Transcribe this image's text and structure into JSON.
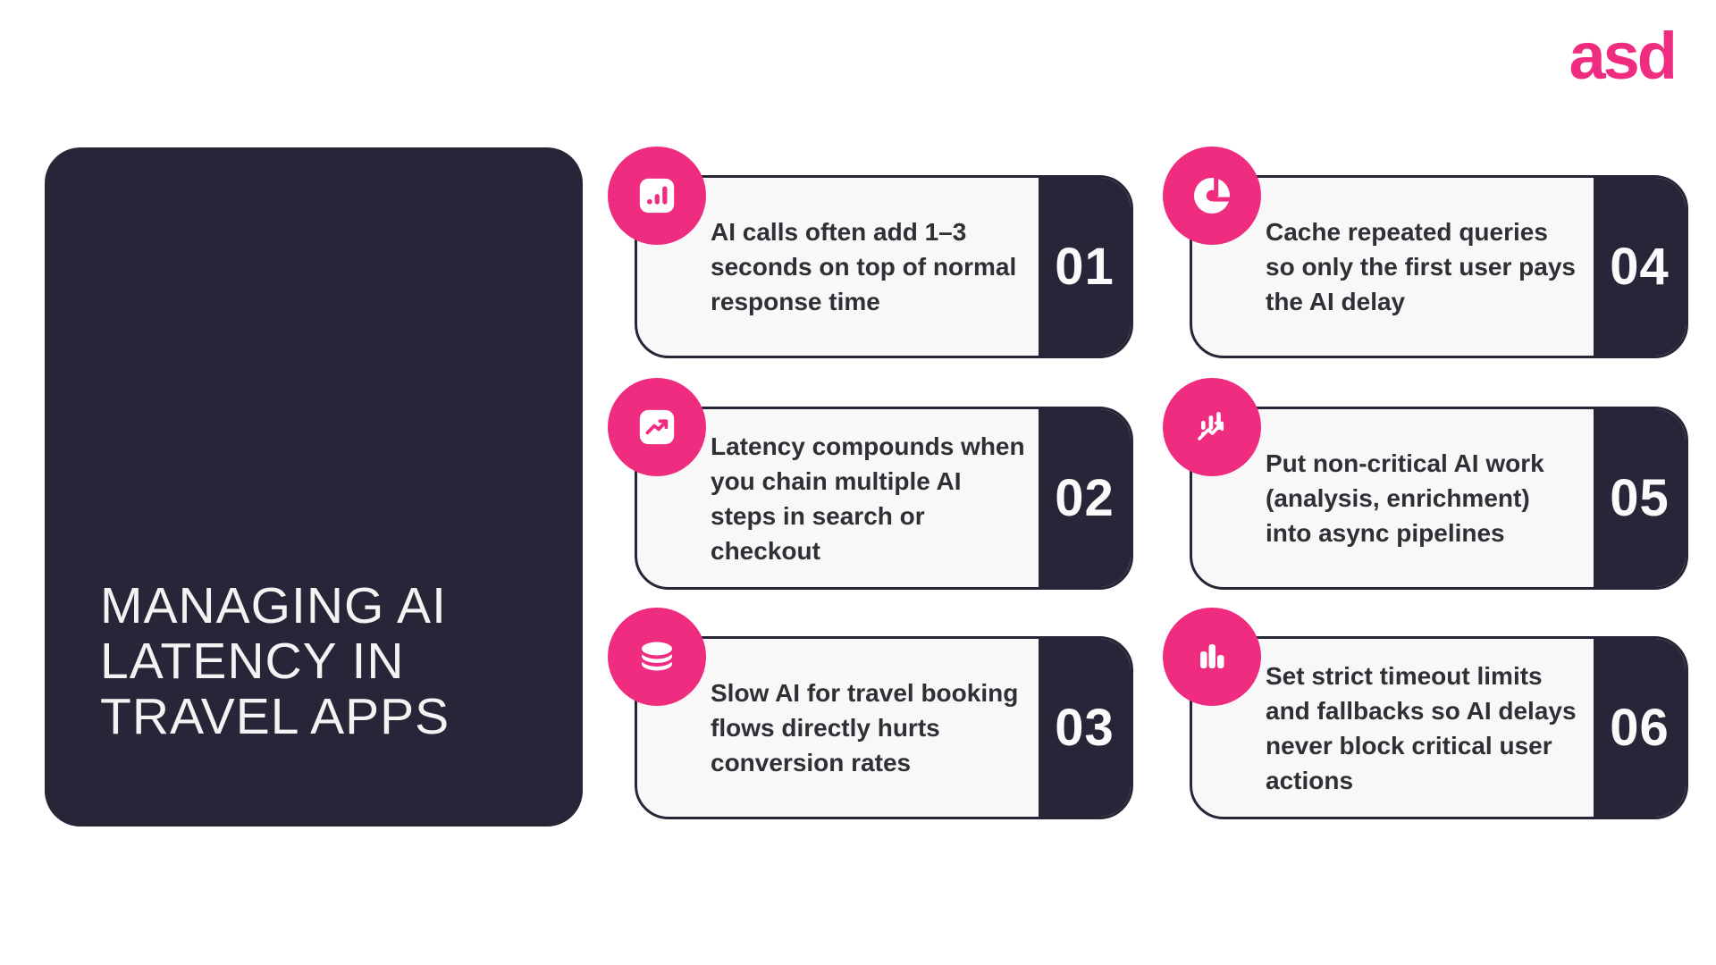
{
  "logo": {
    "text": "asd",
    "color": "#EF2C80"
  },
  "colors": {
    "accent_pink": "#EF2C80",
    "dark_navy": "#272638",
    "card_background": "#F8F8F8",
    "body_text": "#2F2F36",
    "title_text": "#F4F2F3"
  },
  "sidebar": {
    "title": "MANAGING AI\nLATENCY IN\nTRAVEL APPS"
  },
  "cards": [
    {
      "number": "01",
      "icon": "bar-chart-square-icon",
      "text": "AI calls often add 1–3\nseconds on top of normal\nresponse time"
    },
    {
      "number": "02",
      "icon": "trend-up-square-icon",
      "text": "Latency compounds when\nyou chain multiple AI\nsteps in search or\ncheckout"
    },
    {
      "number": "03",
      "icon": "database-icon",
      "text": "Slow AI for travel booking\nflows directly hurts\nconversion rates"
    },
    {
      "number": "04",
      "icon": "donut-chart-icon",
      "text": "Cache repeated queries\nso only the first user pays\nthe AI delay"
    },
    {
      "number": "05",
      "icon": "chart-bars-arrow-icon",
      "text": "Put non-critical AI work\n(analysis, enrichment)\ninto async pipelines"
    },
    {
      "number": "06",
      "icon": "bar-chart-icon",
      "text": "Set strict timeout limits\nand fallbacks so AI delays\nnever block critical user\nactions"
    }
  ]
}
